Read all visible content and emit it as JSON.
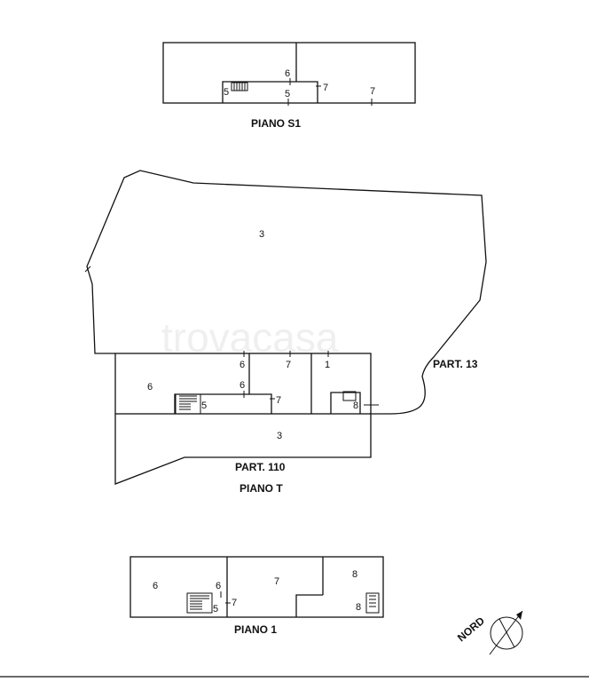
{
  "watermark": "trovacasa",
  "floors": {
    "s1": {
      "title": "PIANO S1",
      "labels": [
        "6",
        "5",
        "5",
        "7",
        "7"
      ]
    },
    "t": {
      "title": "PIANO T",
      "parcel_110": "PART. 110",
      "parcel_13": "PART. 13",
      "labels": [
        "3",
        "6",
        "7",
        "1",
        "6",
        "6",
        "5",
        "7",
        "8",
        "3"
      ]
    },
    "p1": {
      "title": "PIANO 1",
      "labels": [
        "6",
        "6",
        "7",
        "5",
        "7",
        "8",
        "8"
      ]
    }
  },
  "compass": {
    "label": "NORD"
  }
}
